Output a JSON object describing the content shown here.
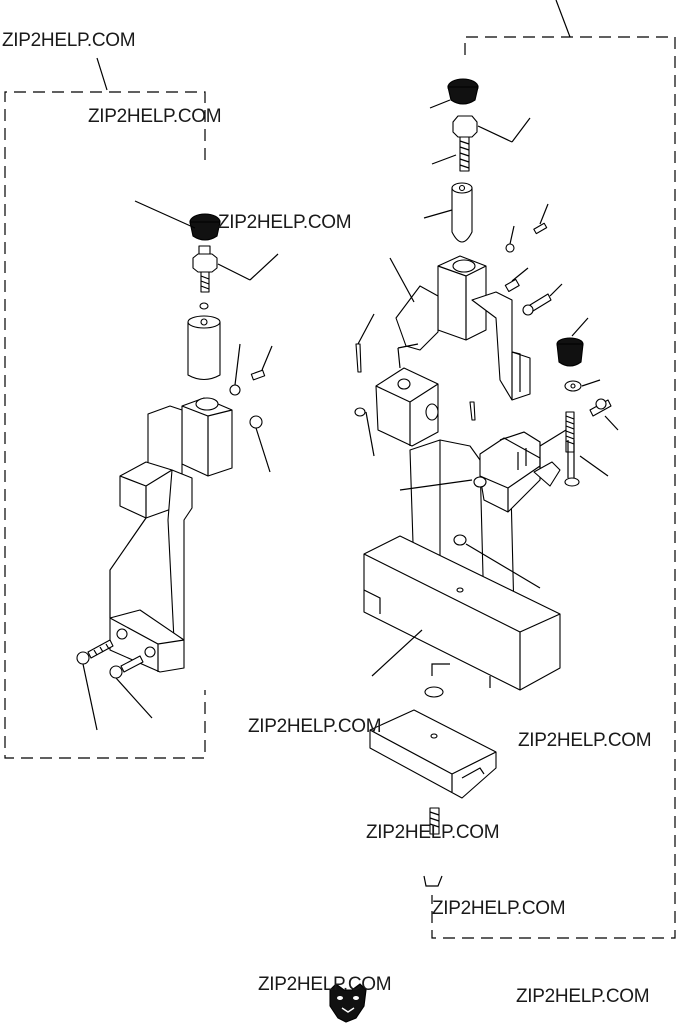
{
  "watermarks": [
    "ZIP2HELP.COM",
    "ZIP2HELP.COM",
    "ZIP2HELP.COM",
    "ZIP2HELP.COM",
    "ZIP2HELP.COM",
    "ZIP2HELP.COM",
    "ZIP2HELP.COM",
    "ZIP2HELP.COM",
    "ZIP2HELP.COM"
  ],
  "logo": {
    "name": "panther-head-logo",
    "color": "#111111"
  },
  "colors": {
    "line": "#000000",
    "background": "#ffffff",
    "knob": "#111111"
  }
}
